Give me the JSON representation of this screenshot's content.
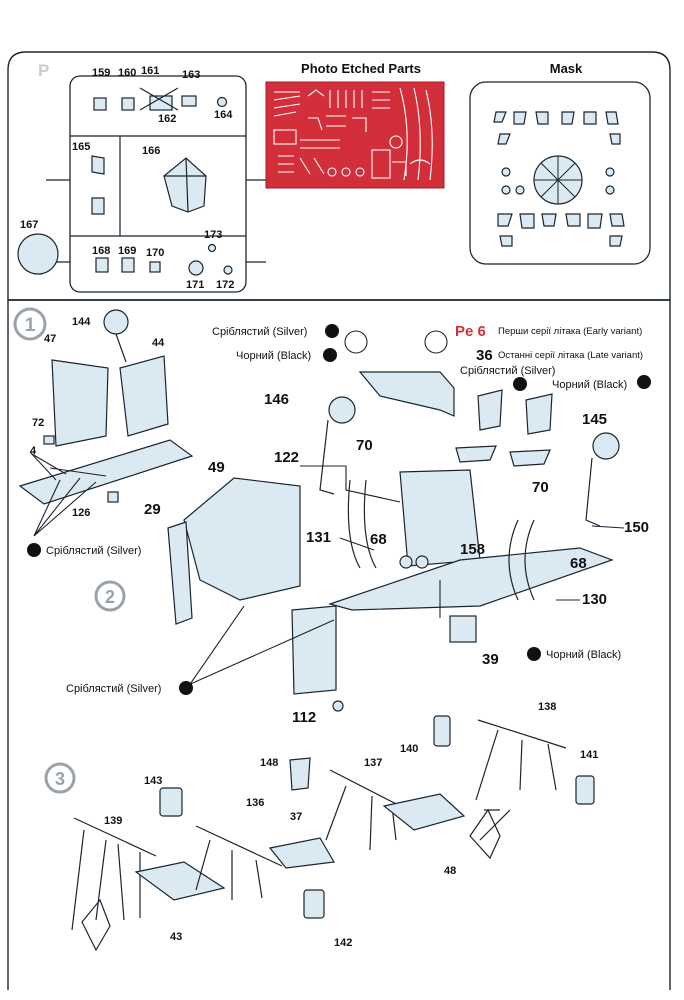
{
  "sprue": {
    "letter": "P",
    "parts": [
      "159",
      "160",
      "161",
      "163",
      "162",
      "164",
      "165",
      "166",
      "167",
      "168",
      "169",
      "170",
      "173",
      "171",
      "172"
    ]
  },
  "photo_etched": {
    "title": "Photo Etched Parts"
  },
  "mask": {
    "title": "Mask"
  },
  "steps": [
    "1",
    "2",
    "3"
  ],
  "callouts": {
    "silver": "Сріблястий (Silver)",
    "black": "Чорний (Black)",
    "pe6_code": "Pe 6",
    "pe6_text": "Перши серії літака (Early variant)",
    "p36_code": "36",
    "p36_text": "Останні серії літака (Late variant)",
    "silver_b": "Сріблястий (Silver)",
    "black_b": "Чорний (Black)"
  },
  "step1_parts": [
    "144",
    "47",
    "44",
    "72",
    "4",
    "126"
  ],
  "step2_parts": [
    "146",
    "122",
    "49",
    "29",
    "70",
    "68",
    "131",
    "158",
    "145",
    "70",
    "68",
    "150",
    "130",
    "39",
    "112"
  ],
  "step3_parts": [
    "138",
    "140",
    "141",
    "148",
    "137",
    "143",
    "136",
    "37",
    "139",
    "48",
    "43",
    "142"
  ],
  "colors": {
    "pe_sheet": "#d32f3a",
    "part_fill": "#dbe9f2",
    "line": "#1b2530"
  }
}
